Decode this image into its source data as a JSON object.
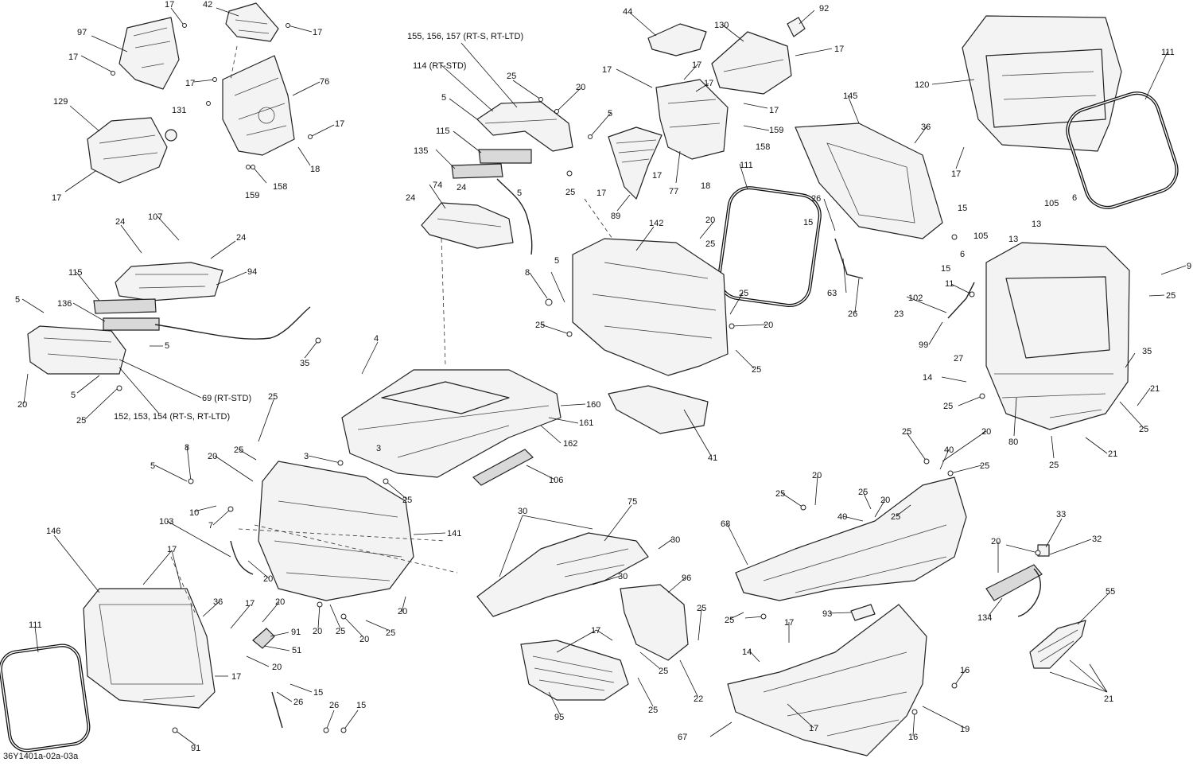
{
  "diagram": {
    "reference": "36Y1401a-02a-03a",
    "callouts": [
      "3",
      "4",
      "5",
      "6",
      "7",
      "8",
      "9",
      "10",
      "11",
      "13",
      "14",
      "15",
      "16",
      "17",
      "18",
      "19",
      "20",
      "21",
      "22",
      "23",
      "24",
      "25",
      "26",
      "27",
      "30",
      "32",
      "33",
      "35",
      "36",
      "40",
      "41",
      "42",
      "44",
      "51",
      "55",
      "63",
      "67",
      "68",
      "69 (RT-STD)",
      "74",
      "75",
      "76",
      "77",
      "80",
      "89",
      "91",
      "92",
      "93",
      "94",
      "95",
      "96",
      "97",
      "99",
      "102",
      "103",
      "105",
      "106",
      "107",
      "111",
      "114 (RT-STD)",
      "115",
      "120",
      "129",
      "130",
      "131",
      "134",
      "135",
      "136",
      "141",
      "142",
      "145",
      "146",
      "152, 153, 154 (RT-S, RT-LTD)",
      "155, 156, 157 (RT-S, RT-LTD)",
      "158",
      "159",
      "160",
      "161",
      "162"
    ]
  }
}
